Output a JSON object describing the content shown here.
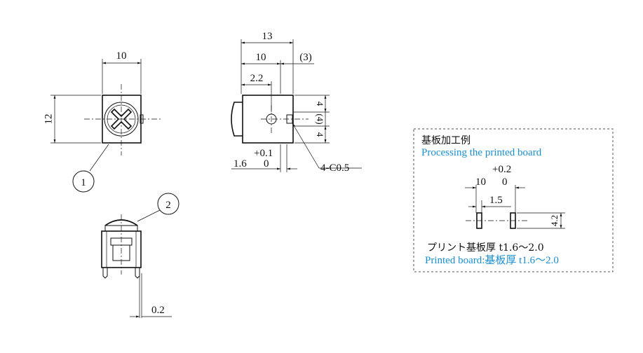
{
  "front_view": {
    "width_dim": "10",
    "height_dim": "12",
    "callout_1": "1"
  },
  "side_view": {
    "callout_2": "2",
    "pin_dim": "0.2"
  },
  "top_view": {
    "dim_13": "13",
    "dim_10": "10",
    "dim_3": "(3)",
    "dim_2_2": "2.2",
    "dim_4_top": "4",
    "dim_4_mid": "(4)",
    "dim_4_bot": "4",
    "tol_plus": "+0.1",
    "tol_zero": "0",
    "dim_1_6": "1.6",
    "chamfer": "4-C0.5"
  },
  "pcb_box": {
    "title_jp": "基板加工例",
    "title_en": "Processing the printed board",
    "tol_plus": "+0.2",
    "dim_10": "10",
    "tol_zero": "0",
    "dim_1_5": "1.5",
    "dim_4_2": "4.2",
    "thickness_jp": "プリント基板厚 t1.6～2.0",
    "thickness_en": "Printed board:基板厚 t1.6～2.0"
  }
}
